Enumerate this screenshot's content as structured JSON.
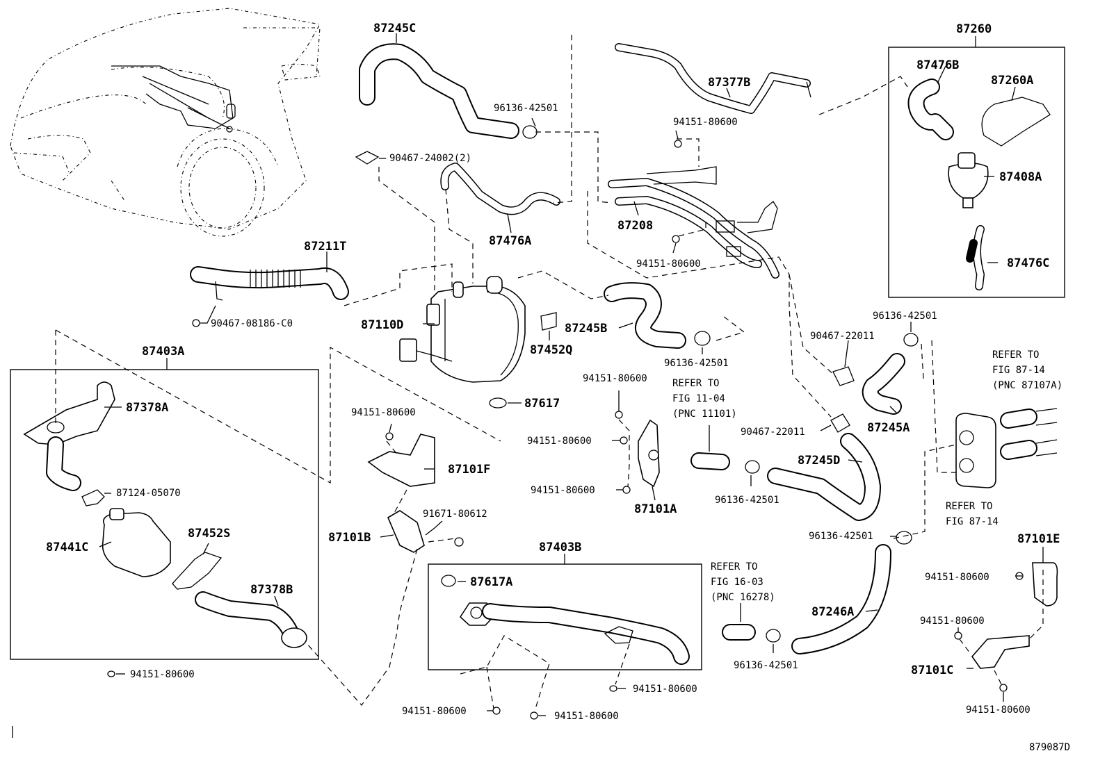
{
  "diagram": {
    "figure_code": "879087D",
    "groups": {
      "g87260": "87260",
      "g87403A": "87403A",
      "g87403B": "87403B"
    },
    "parts": {
      "p87245C": "87245C",
      "p96136_a": "96136-42501",
      "p90467_24002": "90467-24002(2)",
      "p87377B": "87377B",
      "p94151_a": "94151-80600",
      "p87208": "87208",
      "p94151_b": "94151-80600",
      "p87476A": "87476A",
      "p87211T": "87211T",
      "p90467_08186": "90467-08186-C0",
      "p87110D": "87110D",
      "p87452Q": "87452Q",
      "p87245B": "87245B",
      "p96136_b": "96136-42501",
      "p87617": "87617",
      "p87476B": "87476B",
      "p87260A": "87260A",
      "p87408A": "87408A",
      "p87476C": "87476C",
      "p96136_c": "96136-42501",
      "p90467_22011a": "90467-22011",
      "p87245A": "87245A",
      "p90467_22011b": "90467-22011",
      "p87245D": "87245D",
      "p96136_d": "96136-42501",
      "p96136_e": "96136-42501",
      "p87246A": "87246A",
      "p96136_f": "96136-42501",
      "p87378A": "87378A",
      "p87124": "87124-05070",
      "p87441C": "87441C",
      "p87452S": "87452S",
      "p87378B": "87378B",
      "p94151_c": "94151-80600",
      "p94151_d": "94151-80600",
      "p87101F": "87101F",
      "p91671": "91671-80612",
      "p87101B": "87101B",
      "p94151_e": "94151-80600",
      "p94151_f": "94151-80600",
      "p94151_g": "94151-80600",
      "p87101A": "87101A",
      "p87617A": "87617A",
      "p94151_h": "94151-80600",
      "p94151_i": "94151-80600",
      "p94151_j": "94151-80600",
      "p87101E": "87101E",
      "p94151_k": "94151-80600",
      "p94151_l": "94151-80600",
      "p87101C": "87101C",
      "p94151_m": "94151-80600"
    },
    "references": {
      "ref_11_04": [
        "REFER TO",
        "FIG 11-04",
        "(PNC 11101)"
      ],
      "ref_87_14a": [
        "REFER TO",
        "FIG 87-14",
        "(PNC 87107A)"
      ],
      "ref_87_14b": [
        "REFER TO",
        "FIG 87-14"
      ],
      "ref_16_03": [
        "REFER TO",
        "FIG 16-03",
        "(PNC 16278)"
      ]
    }
  }
}
